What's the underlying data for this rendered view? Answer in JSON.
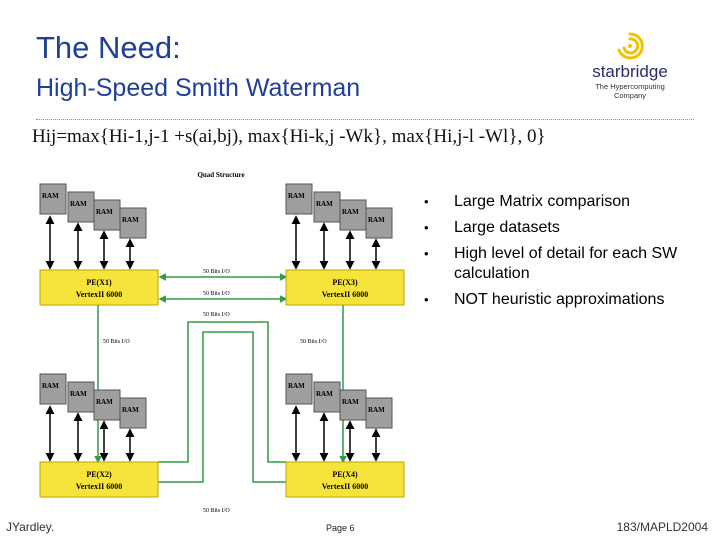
{
  "slide": {
    "title": "The Need:",
    "subtitle": "High-Speed Smith Waterman",
    "formula": "Hij=max{Hi-1,j-1 +s(ai,bj), max{Hi-k,j -Wk}, max{Hi,j-l -Wl}, 0}"
  },
  "logo": {
    "name": "starbridge",
    "tagline": "The Hypercomputing Company"
  },
  "diagram": {
    "title": "Quad Structure",
    "ram_label": "RAM",
    "pe_blocks": [
      {
        "id": "PE(X1)",
        "chip": "VertexII 6000"
      },
      {
        "id": "PE(X3)",
        "chip": "VertexII 6000"
      },
      {
        "id": "PE(X2)",
        "chip": "VertexII 6000"
      },
      {
        "id": "PE(X4)",
        "chip": "VertexII 6000"
      }
    ],
    "io_label": "50 Bits I/O"
  },
  "bullets": [
    "Large Matrix comparison",
    "Large datasets",
    "High level of detail for each SW calculation",
    "NOT heuristic approximations"
  ],
  "footer": {
    "author": "JYardley.",
    "page": "Page 6",
    "ref": "183/MAPLD2004"
  },
  "colors": {
    "title": "#1f3f99",
    "pe_fill": "#f7e43a",
    "ram_fill": "#9e9e9e",
    "io_line": "#2e9e43"
  }
}
